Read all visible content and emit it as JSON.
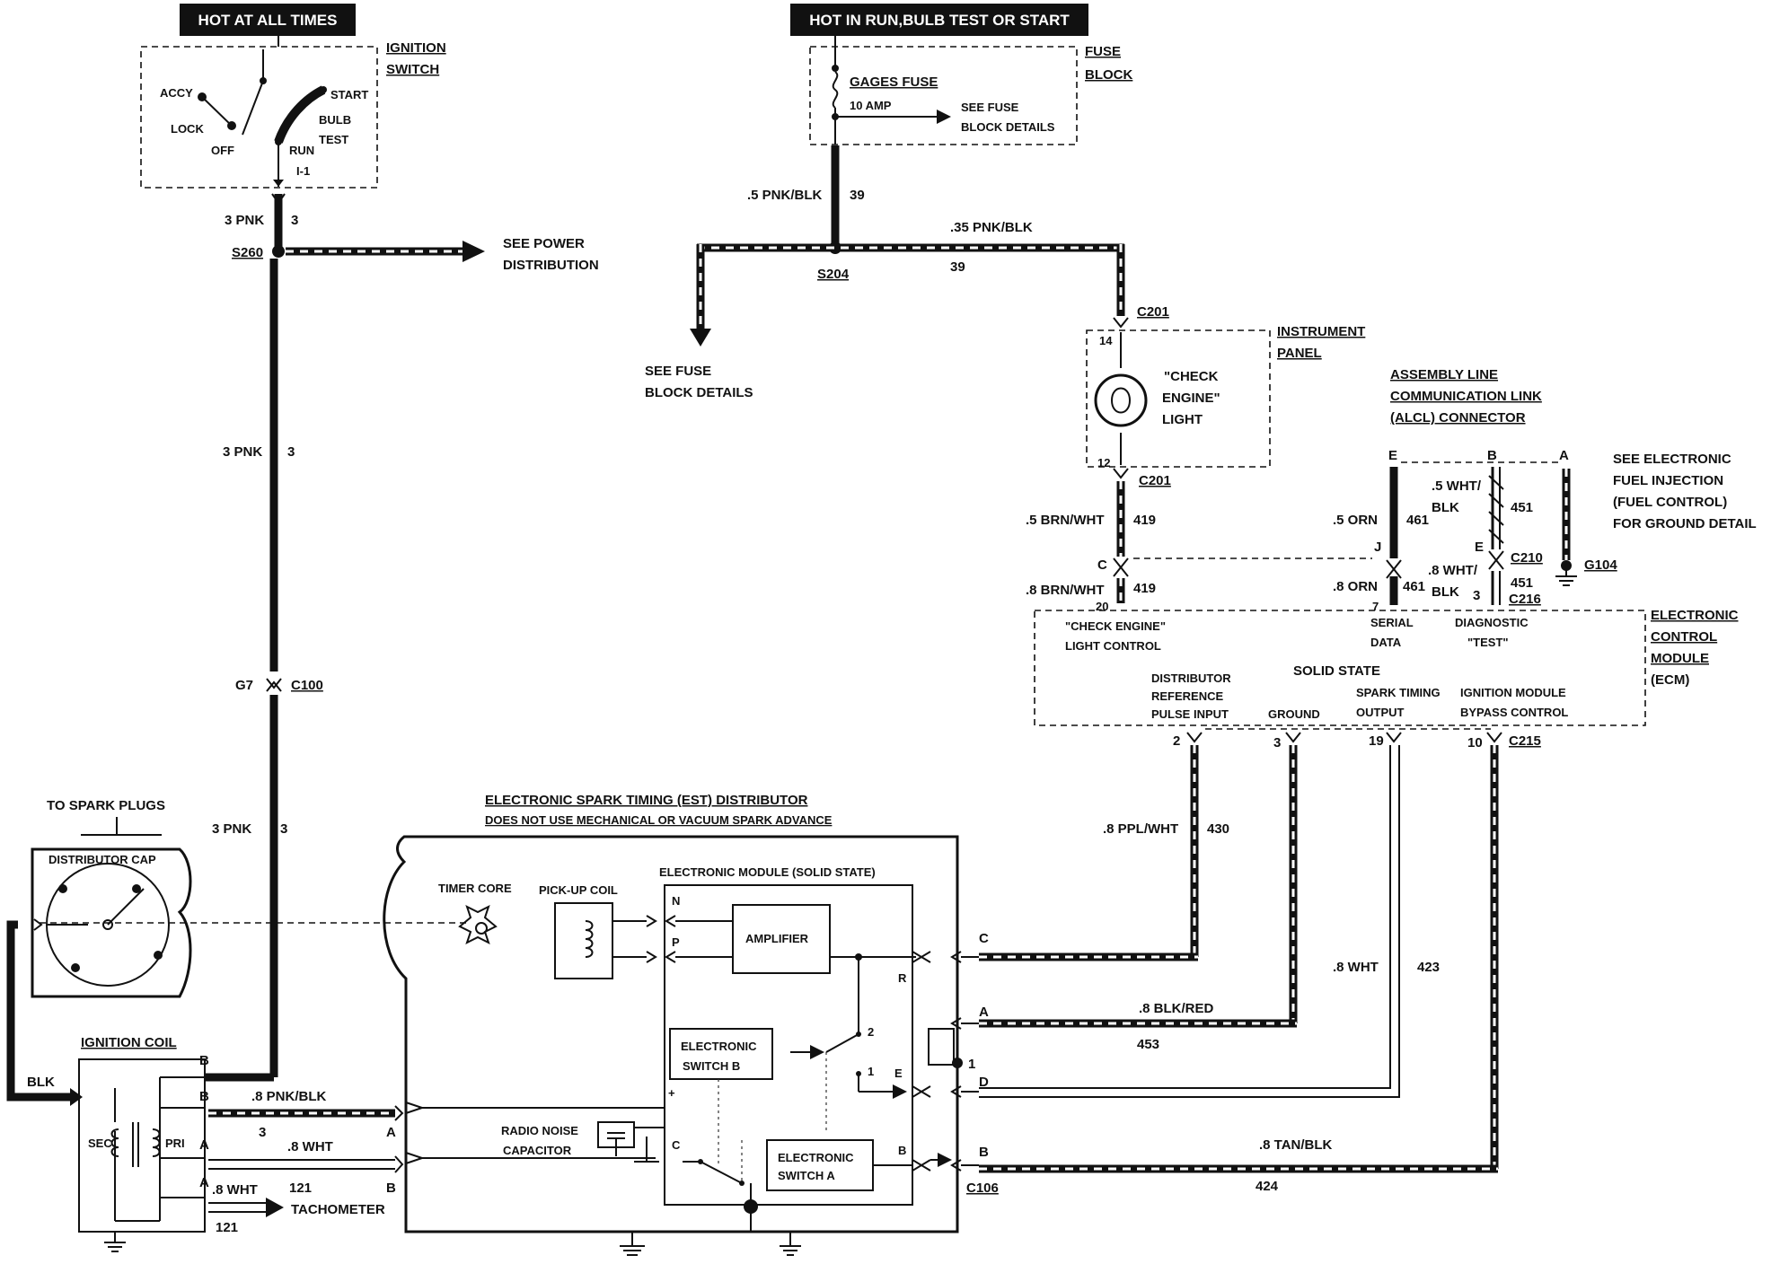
{
  "headers": {
    "hot_always": "HOT AT ALL TIMES",
    "hot_run": "HOT IN RUN,BULB TEST OR START"
  },
  "ignition_switch": {
    "title_1": "IGNITION",
    "title_2": "SWITCH",
    "accy": "ACCY",
    "lock": "LOCK",
    "off": "OFF",
    "run": "RUN",
    "start": "START",
    "bulb": "BULB",
    "test": "TEST",
    "terminal": "I-1"
  },
  "fuse_block": {
    "title_1": "FUSE",
    "title_2": "BLOCK",
    "fuse_name": "GAGES FUSE",
    "fuse_amp": "10 AMP",
    "see_1": "SEE FUSE",
    "see_2": "BLOCK DETAILS"
  },
  "wires_left": {
    "pnk_gauge": "3 PNK",
    "circuit": "3",
    "splice": "S260",
    "see_power_1": "SEE POWER",
    "see_power_2": "DISTRIBUTION",
    "conn_pin": "G7",
    "conn": "C100"
  },
  "wires_center": {
    "pnk_blk_5": ".5 PNK/BLK",
    "c39": "39",
    "pnk_blk_35": ".35 PNK/BLK",
    "splice": "S204",
    "see_fuse_1": "SEE FUSE",
    "see_fuse_2": "BLOCK DETAILS"
  },
  "instrument_panel": {
    "title_1": "INSTRUMENT",
    "title_2": "PANEL",
    "conn": "C201",
    "pin_14": "14",
    "pin_12": "12",
    "light_1": "\"CHECK",
    "light_2": "ENGINE\"",
    "light_3": "LIGHT",
    "brn_wht_5": ".5 BRN/WHT",
    "brn_wht_8": ".8 BRN/WHT",
    "c419": "419",
    "pin_c": "C",
    "pin_20": "20"
  },
  "alcl": {
    "title_1": "ASSEMBLY LINE",
    "title_2": "COMMUNICATION LINK",
    "title_3": "(ALCL) CONNECTOR",
    "pin_e": "E",
    "pin_b": "B",
    "pin_a": "A",
    "orn_5": ".5 ORN",
    "orn_8": ".8 ORN",
    "c461": "461",
    "wht_blk_5a": ".5 WHT/",
    "wht_blk_5b": "BLK",
    "wht_blk_8a": ".8 WHT/",
    "wht_blk_8b": "BLK",
    "c451": "451",
    "pin_j": "J",
    "pin_7": "7",
    "pin_e2": "E",
    "pin_3": "3",
    "c210": "C210",
    "c216": "C216",
    "g104": "G104",
    "see_efi_1": "SEE ELECTRONIC",
    "see_efi_2": "FUEL INJECTION",
    "see_efi_3": "(FUEL CONTROL)",
    "see_efi_4": "FOR GROUND DETAIL"
  },
  "ecm": {
    "title_1": "ELECTRONIC",
    "title_2": "CONTROL",
    "title_3": "MODULE",
    "title_4": "(ECM)",
    "check_1": "\"CHECK ENGINE\"",
    "check_2": "LIGHT CONTROL",
    "serial_1": "SERIAL",
    "serial_2": "DATA",
    "diag_1": "DIAGNOSTIC",
    "diag_2": "\"TEST\"",
    "solid": "SOLID STATE",
    "dist_1": "DISTRIBUTOR",
    "dist_2": "REFERENCE",
    "dist_3": "PULSE INPUT",
    "ground": "GROUND",
    "spark_1": "SPARK TIMING",
    "spark_2": "OUTPUT",
    "ign_1": "IGNITION MODULE",
    "ign_2": "BYPASS CONTROL",
    "pin_2": "2",
    "pin_3": "3",
    "pin_19": "19",
    "pin_10": "10",
    "c215": "C215"
  },
  "est": {
    "title": "ELECTRONIC SPARK TIMING (EST) DISTRIBUTOR",
    "subtitle": "DOES NOT USE MECHANICAL OR VACUUM SPARK ADVANCE",
    "timer": "TIMER CORE",
    "pickup": "PICK-UP COIL",
    "module": "ELECTRONIC MODULE (SOLID STATE)",
    "amplifier": "AMPLIFIER",
    "sw_b_1": "ELECTRONIC",
    "sw_b_2": "SWITCH B",
    "sw_a_1": "ELECTRONIC",
    "sw_a_2": "SWITCH A",
    "radio_1": "RADIO NOISE",
    "radio_2": "CAPACITOR",
    "pin_n": "N",
    "pin_p": "P",
    "pin_r": "R",
    "pin_e": "E",
    "pin_b": "B",
    "pin_c": "C",
    "pin_plus": "+",
    "num_1": "1",
    "num_2": "2",
    "c106": "C106",
    "pin_c_out": "C",
    "pin_a_out": "A",
    "pin_d_out": "D",
    "pin_b_out": "B",
    "ppl_wht": ".8 PPL/WHT",
    "c430": "430",
    "blk_red": ".8 BLK/RED",
    "c453": "453",
    "wht_8": ".8 WHT",
    "c423": "423",
    "tan_blk": ".8 TAN/BLK",
    "c424": "424"
  },
  "ignition_coil": {
    "title": "IGNITION COIL",
    "sec": "SEC",
    "pri": "PRI",
    "blk": "BLK",
    "pin_b1": "B",
    "pin_b2": "B",
    "pin_a1": "A",
    "pin_a2": "A",
    "pnk_blk": ".8 PNK/BLK",
    "c3": "3",
    "wht": ".8 WHT",
    "c121": "121",
    "tach_wht": ".8 WHT",
    "tach_121": "121",
    "tach": "TACHOMETER",
    "pin_a_dist": "A",
    "pin_b_dist": "B"
  },
  "distributor_cap": {
    "to_plugs": "TO SPARK PLUGS",
    "label": "DISTRIBUTOR CAP"
  }
}
